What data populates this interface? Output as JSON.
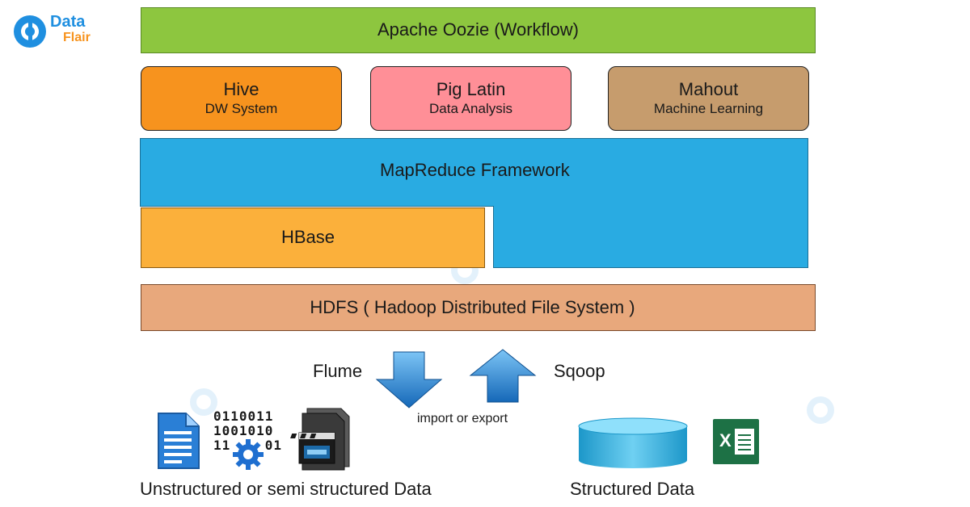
{
  "logo": {
    "line1": "Data",
    "line2": "Flair"
  },
  "layers": {
    "oozie": {
      "title": "Apache Oozie (Workflow)"
    },
    "hive": {
      "title": "Hive",
      "subtitle": "DW System"
    },
    "pig": {
      "title": "Pig Latin",
      "subtitle": "Data Analysis"
    },
    "mahout": {
      "title": "Mahout",
      "subtitle": "Machine Learning"
    },
    "mapreduce": {
      "title": "MapReduce Framework"
    },
    "hbase": {
      "title": "HBase"
    },
    "hdfs": {
      "title": "HDFS ( Hadoop Distributed File System )"
    }
  },
  "transfer": {
    "flume": "Flume",
    "sqoop": "Sqoop",
    "caption": "import or export"
  },
  "sources": {
    "unstructured": "Unstructured or semi structured Data",
    "structured": "Structured Data",
    "binary_rows": [
      "0110011",
      "1001010",
      "11    01"
    ],
    "excel_glyph": "X"
  },
  "colors": {
    "oozie": "#8dc63f",
    "hive": "#f7931e",
    "pig": "#ff8f97",
    "mahout": "#c69c6d",
    "mapreduce": "#29abe2",
    "hbase": "#fbb03b",
    "hdfs": "#e8a87c",
    "arrow": "#1f7fd1",
    "excel": "#1d7145"
  }
}
